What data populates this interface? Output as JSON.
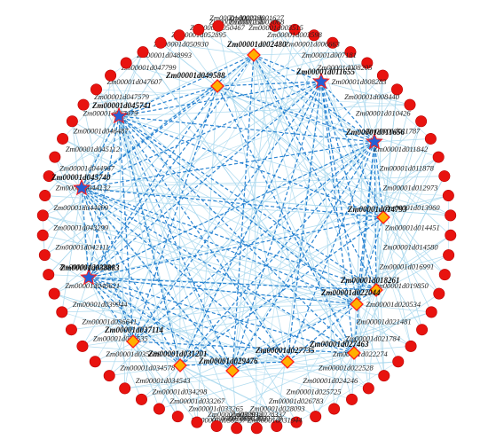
{
  "colors": {
    "outer_node": "#e8130f",
    "outer_node_stroke": "#b80000",
    "hub_star": "#2360d6",
    "hub_diamond": "#ffb000",
    "diamond_stroke": "#ff1a1a",
    "faint_edge": "#a9d8ee",
    "hub_edge": "#1f7ed0"
  },
  "outer_nodes": [
    {
      "label": "Zm00001d002396",
      "icon": "red-circle"
    },
    {
      "label": "Zm00001d003068",
      "icon": "red-circle"
    },
    {
      "label": "Zm00001d003515",
      "icon": "red-circle"
    },
    {
      "label": "Zm00001d003598",
      "icon": "red-circle"
    },
    {
      "label": "Zm00001d006663",
      "icon": "red-circle"
    },
    {
      "label": "Zm00001d007181",
      "icon": "red-circle"
    },
    {
      "label": "Zm00001d008205",
      "icon": "red-circle"
    },
    {
      "label": "Zm00001d008283",
      "icon": "red-circle"
    },
    {
      "label": "Zm00001d008440",
      "icon": "red-circle"
    },
    {
      "label": "Zm00001d010426",
      "icon": "red-circle"
    },
    {
      "label": "Zm00001d011787",
      "icon": "red-circle"
    },
    {
      "label": "Zm00001d011842",
      "icon": "red-circle"
    },
    {
      "label": "Zm00001d011878",
      "icon": "red-circle"
    },
    {
      "label": "Zm00001d012973",
      "icon": "red-circle"
    },
    {
      "label": "Zm00001d013960",
      "icon": "red-circle"
    },
    {
      "label": "Zm00001d014451",
      "icon": "red-circle"
    },
    {
      "label": "Zm00001d014580",
      "icon": "red-circle"
    },
    {
      "label": "Zm00001d016991",
      "icon": "red-circle"
    },
    {
      "label": "Zm00001d019850",
      "icon": "red-circle"
    },
    {
      "label": "Zm00001d020534",
      "icon": "red-circle"
    },
    {
      "label": "Zm00001d021481",
      "icon": "red-circle"
    },
    {
      "label": "Zm00001d021784",
      "icon": "red-circle"
    },
    {
      "label": "Zm00001d022274",
      "icon": "red-circle"
    },
    {
      "label": "Zm00001d022528",
      "icon": "red-circle"
    },
    {
      "label": "Zm00001d024246",
      "icon": "red-circle"
    },
    {
      "label": "Zm00001d025725",
      "icon": "red-circle"
    },
    {
      "label": "Zm00001d026783",
      "icon": "red-circle"
    },
    {
      "label": "Zm00001d028093",
      "icon": "red-circle"
    },
    {
      "label": "Zm00001d028337",
      "icon": "red-circle"
    },
    {
      "label": "Zm00001d028202",
      "icon": "red-circle"
    },
    {
      "label": "Zm00001d030237",
      "icon": "red-circle"
    },
    {
      "label": "Zm00001d031944",
      "icon": "red-circle"
    },
    {
      "label": "Zm00001d031778",
      "icon": "red-circle"
    },
    {
      "label": "Zm00001d032935",
      "icon": "red-circle"
    },
    {
      "label": "Zm00001d033265",
      "icon": "red-circle"
    },
    {
      "label": "Zm00001d033267",
      "icon": "red-circle"
    },
    {
      "label": "Zm00001d034298",
      "icon": "red-circle"
    },
    {
      "label": "Zm00001d034543",
      "icon": "red-circle"
    },
    {
      "label": "Zm00001d034578",
      "icon": "red-circle"
    },
    {
      "label": "Zm00001d035689",
      "icon": "red-circle"
    },
    {
      "label": "Zm00001d036535",
      "icon": "red-circle"
    },
    {
      "label": "Zm00001d036641",
      "icon": "red-circle"
    },
    {
      "label": "Zm00001d039944",
      "icon": "red-circle"
    },
    {
      "label": "Zm00001d040621",
      "icon": "red-circle"
    },
    {
      "label": "Zm00001d041204",
      "icon": "red-circle"
    },
    {
      "label": "Zm00001d042111",
      "icon": "red-circle"
    },
    {
      "label": "Zm00001d043299",
      "icon": "red-circle"
    },
    {
      "label": "Zm00001d044099",
      "icon": "red-circle"
    },
    {
      "label": "Zm00001d044132",
      "icon": "red-circle"
    },
    {
      "label": "Zm00001d044967",
      "icon": "red-circle"
    },
    {
      "label": "Zm00001d045112",
      "icon": "red-circle"
    },
    {
      "label": "Zm00001d046487",
      "icon": "red-circle"
    },
    {
      "label": "Zm00001d047479",
      "icon": "red-circle"
    },
    {
      "label": "Zm00001d047579",
      "icon": "red-circle"
    },
    {
      "label": "Zm00001d047607",
      "icon": "red-circle"
    },
    {
      "label": "Zm00001d047799",
      "icon": "red-circle"
    },
    {
      "label": "Zm00001d048993",
      "icon": "red-circle"
    },
    {
      "label": "Zm00001d050930",
      "icon": "red-circle"
    },
    {
      "label": "Zm00001d052895",
      "icon": "red-circle"
    },
    {
      "label": "Zm00001d050467",
      "icon": "red-circle"
    },
    {
      "label": "Zm00001d001256",
      "icon": "red-circle"
    },
    {
      "label": "Zm00001d001627",
      "icon": "red-circle"
    }
  ],
  "hub_nodes": [
    {
      "label": "Zm00001d002480",
      "icon": "yellow-diamond"
    },
    {
      "label": "Zm00001d011655",
      "icon": "blue-star"
    },
    {
      "label": "Zm00001d011656",
      "icon": "blue-star"
    },
    {
      "label": "Zm00001d014793",
      "icon": "yellow-diamond"
    },
    {
      "label": "Zm00001d018261",
      "icon": "yellow-diamond"
    },
    {
      "label": "Zm00001d022044",
      "icon": "yellow-diamond"
    },
    {
      "label": "Zm00001d027463",
      "icon": "yellow-diamond"
    },
    {
      "label": "Zm00001d027735",
      "icon": "yellow-diamond"
    },
    {
      "label": "Zm00001d029476",
      "icon": "yellow-diamond"
    },
    {
      "label": "Zm00001d031201",
      "icon": "yellow-diamond"
    },
    {
      "label": "Zm00001d037114",
      "icon": "yellow-diamond"
    },
    {
      "label": "Zm00001d038883",
      "icon": "blue-star"
    },
    {
      "label": "Zm00001d045740",
      "icon": "blue-star"
    },
    {
      "label": "Zm00001d045741",
      "icon": "blue-star"
    },
    {
      "label": "Zm00001d049588",
      "icon": "yellow-diamond"
    }
  ]
}
